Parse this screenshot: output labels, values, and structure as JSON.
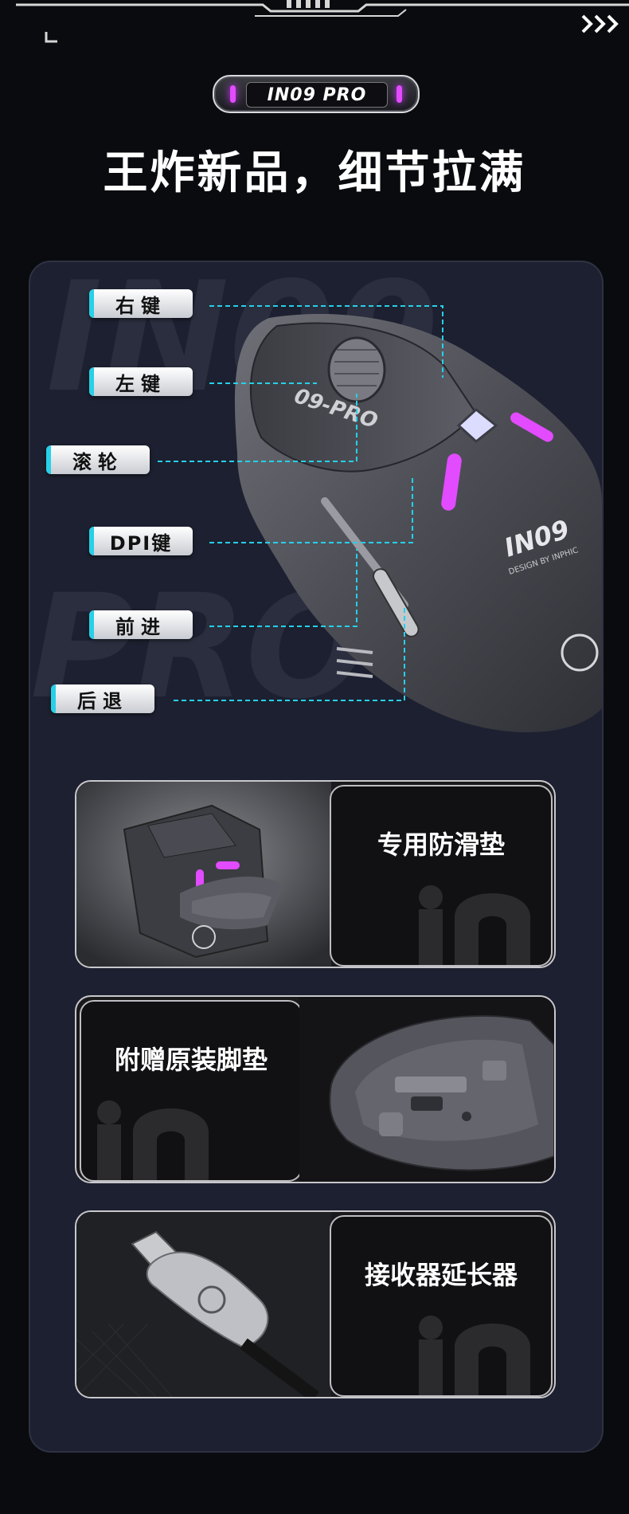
{
  "header": {
    "badge_text": "IN09 PRO",
    "headline": "王炸新品，细节拉满",
    "corner_mark": "L",
    "arrows": "›››"
  },
  "hero": {
    "watermark_top": "IN09",
    "watermark_bottom": "PRO",
    "mouse_text": "09-PRO",
    "mouse_logo": "IN09",
    "mouse_tagline": "DESIGN BY INPHIC",
    "labels": [
      {
        "id": "right-key",
        "text": "右键"
      },
      {
        "id": "left-key",
        "text": "左键"
      },
      {
        "id": "scroll-wheel",
        "text": "滚轮"
      },
      {
        "id": "dpi-key",
        "text": "DPI键"
      },
      {
        "id": "forward",
        "text": "前进"
      },
      {
        "id": "back",
        "text": "后退"
      }
    ]
  },
  "features": [
    {
      "id": "anti-slip",
      "text": "专用防滑垫"
    },
    {
      "id": "feet-pads",
      "text": "附赠原装脚垫"
    },
    {
      "id": "receiver-extender",
      "text": "接收器延长器"
    }
  ],
  "colors": {
    "accent_purple": "#e24bff",
    "accent_cyan": "#26d0e8",
    "panel_bg": "#1d2030",
    "page_bg": "#0a0b0f"
  }
}
